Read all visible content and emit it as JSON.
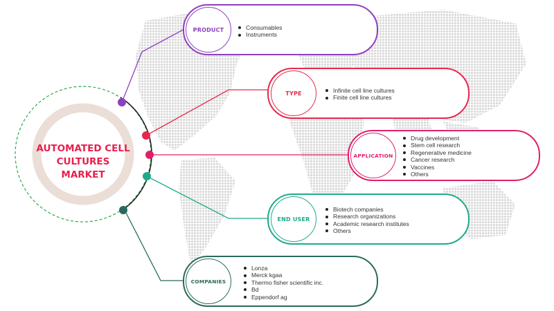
{
  "center": {
    "lines": [
      "AUTOMATED CELL",
      "CULTURES",
      "MARKET"
    ]
  },
  "colors": {
    "product": "#8e3fc0",
    "type": "#e8284c",
    "application": "#e01e6a",
    "end_user": "#1faa8c",
    "companies": "#2a6a5c",
    "title": "#e8204e",
    "ring": "#eaded6",
    "dashed": "#2aa84a",
    "map": "#dddddd"
  },
  "segments": [
    {
      "key": "product",
      "label": "PRODUCT",
      "items": [
        "Consumables",
        "Instruments"
      ]
    },
    {
      "key": "type",
      "label": "TYPE",
      "items": [
        "Infinite cell line cultures",
        "Finite cell line cultures"
      ]
    },
    {
      "key": "application",
      "label": "APPLICATION",
      "items": [
        "Drug development",
        "Stem cell research",
        "Regenerative medicine",
        "Cancer research",
        "Vaccines",
        "Others"
      ]
    },
    {
      "key": "end_user",
      "label": "END USER",
      "items": [
        "Biotech companies",
        "Research organizations",
        "Academic research institutes",
        "Others"
      ]
    },
    {
      "key": "companies",
      "label": "COMPANIES",
      "items": [
        "Lonza",
        "Merck kgaa",
        "Thermo fisher scientific inc.",
        "Bd",
        "Eppendorf ag"
      ]
    }
  ]
}
